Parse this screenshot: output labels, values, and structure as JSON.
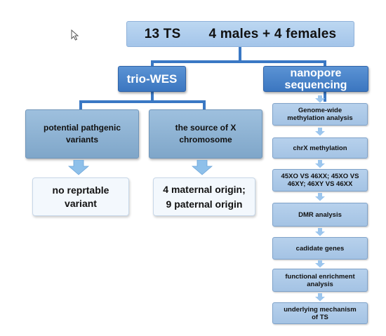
{
  "title": {
    "count": "13 TS",
    "sexes": "4 males + 4 females"
  },
  "branches": {
    "left": "trio-WES",
    "right_line1": "nanopore",
    "right_line2": "sequencing"
  },
  "wes": {
    "pathogenic_line1": "potential pathgenic",
    "pathogenic_line2": "variants",
    "source_line1": "the source of X",
    "source_line2": "chromosome",
    "result_line1": "no reprtable",
    "result_line2": "variant",
    "origin_line1": "4 maternal origin;",
    "origin_line2": "9 paternal origin"
  },
  "nanopore_steps": [
    {
      "line1": "Genome-wide",
      "line2": "methylation analysis"
    },
    {
      "line1": "chrX methylation",
      "line2": ""
    },
    {
      "line1": "45XO VS 46XX; 45XO VS",
      "line2": "46XY; 46XY VS 46XX"
    },
    {
      "line1": "DMR analysis",
      "line2": ""
    },
    {
      "line1": "cadidate genes",
      "line2": ""
    },
    {
      "line1": "functional enrichment",
      "line2": "analysis"
    },
    {
      "line1": "underlying mechanism",
      "line2": "of TS"
    }
  ],
  "colors": {
    "connector": "#3a78c4",
    "dark_box": "#4a85cc",
    "arrow": "#7fb3e6"
  }
}
